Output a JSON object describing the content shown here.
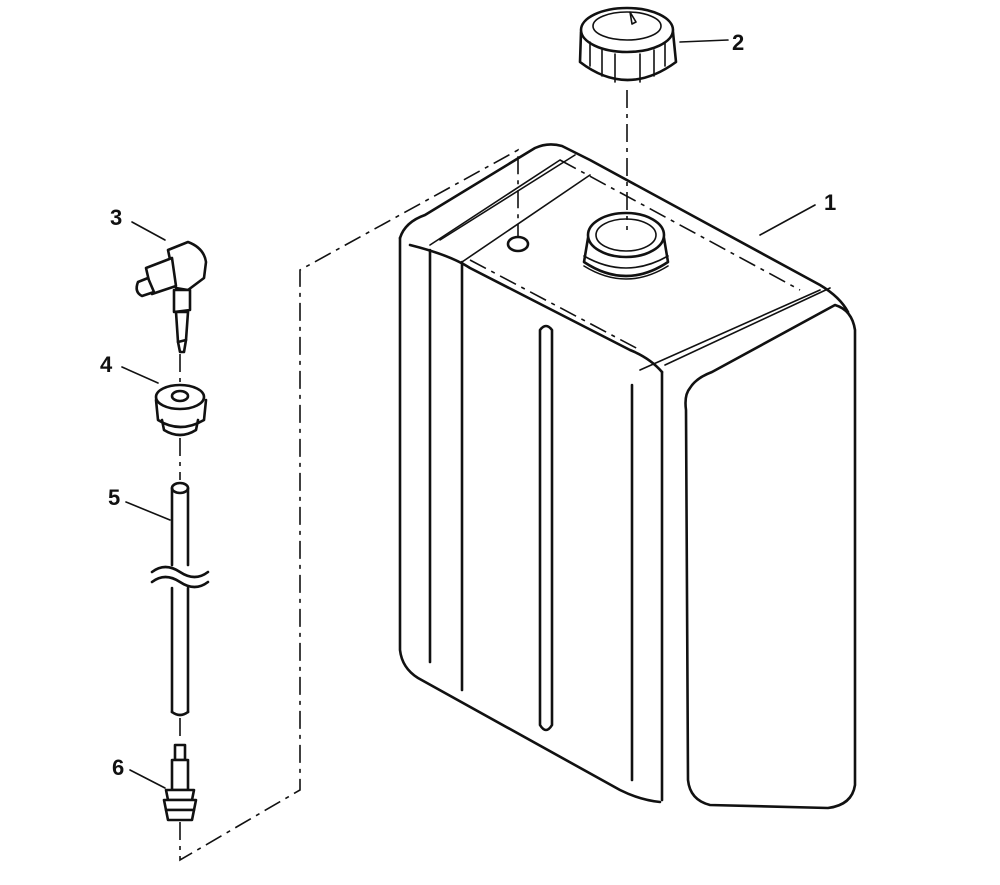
{
  "callouts": [
    {
      "id": "1",
      "label": "1"
    },
    {
      "id": "2",
      "label": "2"
    },
    {
      "id": "3",
      "label": "3"
    },
    {
      "id": "4",
      "label": "4"
    },
    {
      "id": "5",
      "label": "5"
    },
    {
      "id": "6",
      "label": "6"
    }
  ],
  "parts": [
    "tank",
    "filler-cap",
    "elbow-fitting",
    "grommet",
    "tube",
    "threaded-fitting"
  ]
}
